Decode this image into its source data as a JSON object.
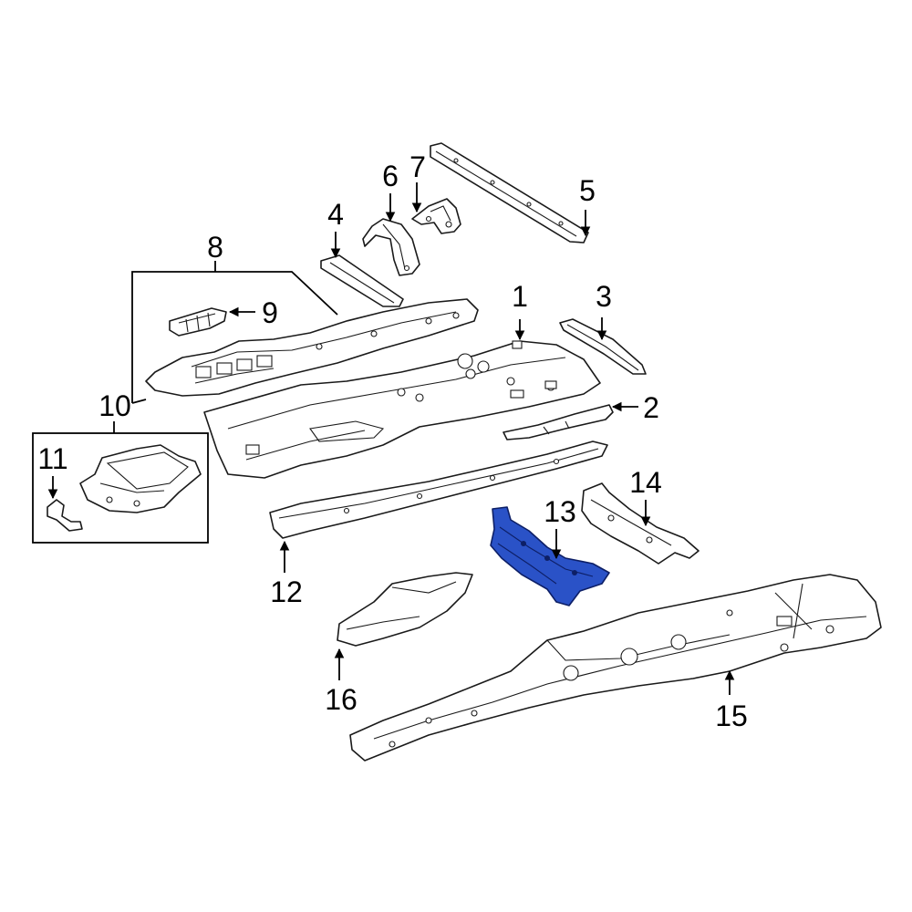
{
  "callouts": [
    {
      "id": "1",
      "label": "1"
    },
    {
      "id": "2",
      "label": "2"
    },
    {
      "id": "3",
      "label": "3"
    },
    {
      "id": "4",
      "label": "4"
    },
    {
      "id": "5",
      "label": "5"
    },
    {
      "id": "6",
      "label": "6"
    },
    {
      "id": "7",
      "label": "7"
    },
    {
      "id": "8",
      "label": "8"
    },
    {
      "id": "9",
      "label": "9"
    },
    {
      "id": "10",
      "label": "10"
    },
    {
      "id": "11",
      "label": "11"
    },
    {
      "id": "12",
      "label": "12"
    },
    {
      "id": "13",
      "label": "13"
    },
    {
      "id": "14",
      "label": "14"
    },
    {
      "id": "15",
      "label": "15"
    },
    {
      "id": "16",
      "label": "16"
    }
  ],
  "highlighted_part": "13",
  "colors": {
    "highlight": "#2a52c7",
    "line": "#1a1a1a",
    "background": "#ffffff"
  }
}
